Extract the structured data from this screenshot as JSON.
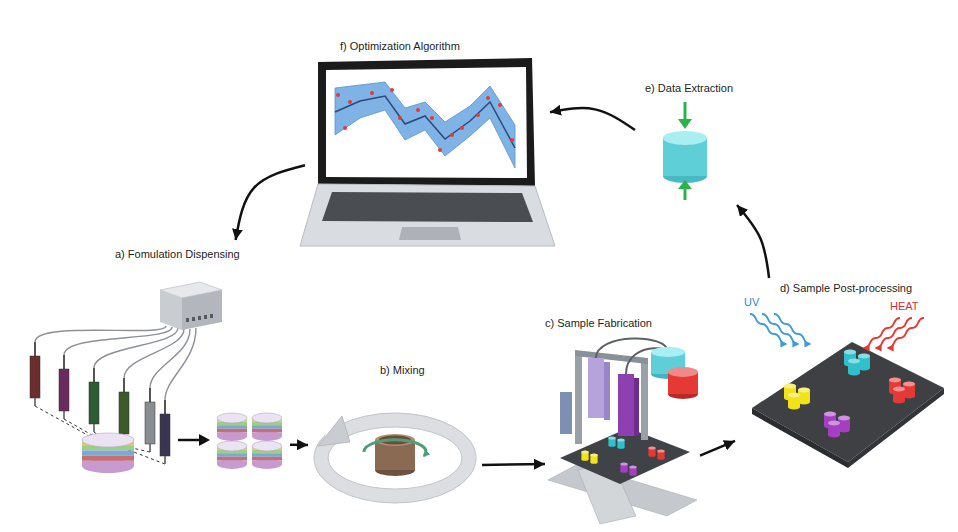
{
  "diagram": {
    "nodes": [
      {
        "text": [
          "a) Fomulation Dispensing"
        ]
      },
      {
        "text": [
          "b) Mixing"
        ]
      },
      {
        "text": [
          "c) Sample Fabrication"
        ]
      },
      {
        "text": [
          "d) Sample Post-processing"
        ]
      },
      {
        "text": [
          "e) Data Extraction"
        ]
      },
      {
        "text": [
          "f) Optimization Algorithm"
        ]
      }
    ],
    "edges": [
      {
        "from": 0,
        "to": 1,
        "arrow": "to"
      },
      {
        "from": 1,
        "to": 2,
        "arrow": "to"
      },
      {
        "from": 2,
        "to": 3,
        "arrow": "to"
      },
      {
        "from": 3,
        "to": 4,
        "arrow": "to"
      },
      {
        "from": 4,
        "to": 5,
        "arrow": "to"
      },
      {
        "from": 5,
        "to": 0,
        "arrow": "to"
      }
    ],
    "labels": [
      "UV",
      "HEAT"
    ]
  }
}
